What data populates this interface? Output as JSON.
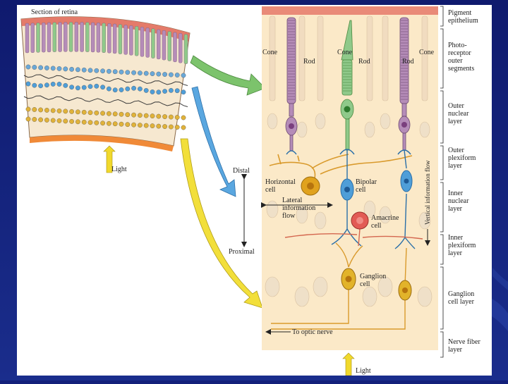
{
  "figure": {
    "section_title": "Section of retina",
    "photoreceptor_labels": {
      "cone_left": "Cone",
      "rod_1": "Rod",
      "cone_center": "Cone",
      "rod_2": "Rod",
      "rod_3": "Rod",
      "cone_right": "Cone"
    },
    "cell_labels": {
      "horizontal": [
        "Horizontal",
        "cell"
      ],
      "bipolar": [
        "Bipolar",
        "cell"
      ],
      "amacrine": [
        "Amacrine",
        "cell"
      ],
      "ganglion": [
        "Ganglion",
        "cell"
      ]
    },
    "lateral_flow": [
      "Lateral",
      "information",
      "flow"
    ],
    "vertical_flow": "Vertical information flow",
    "axis": {
      "distal": "Distal",
      "proximal": "Proximal"
    },
    "light_left": "Light",
    "light_bottom": "Light",
    "optic_nerve": "To optic nerve",
    "layers": [
      [
        "Pigment",
        "epithelium"
      ],
      [
        "Photo-",
        "receptor",
        "outer",
        "segments"
      ],
      [
        "Outer",
        "nuclear",
        "layer"
      ],
      [
        "Outer",
        "plexiform",
        "layer"
      ],
      [
        "Inner",
        "nuclear",
        "layer"
      ],
      [
        "Inner",
        "plexiform",
        "layer"
      ],
      [
        "Ganglion",
        "cell layer"
      ],
      [
        "Nerve fiber",
        "layer"
      ]
    ],
    "colors": {
      "background_slide": "#13207a",
      "retina_panel": "#fbe9c8",
      "rod": "#b58cb8",
      "cone": "#8fc98a",
      "bipolar": "#4f9ed8",
      "horizontal": "#e0a21e",
      "amacrine": "#e25b55",
      "ganglion": "#e2b32a",
      "pigment": "#e98a78",
      "arrow_green": "#7cc36c",
      "arrow_blue": "#5aa7e0",
      "arrow_yellow": "#f2df3a"
    }
  }
}
